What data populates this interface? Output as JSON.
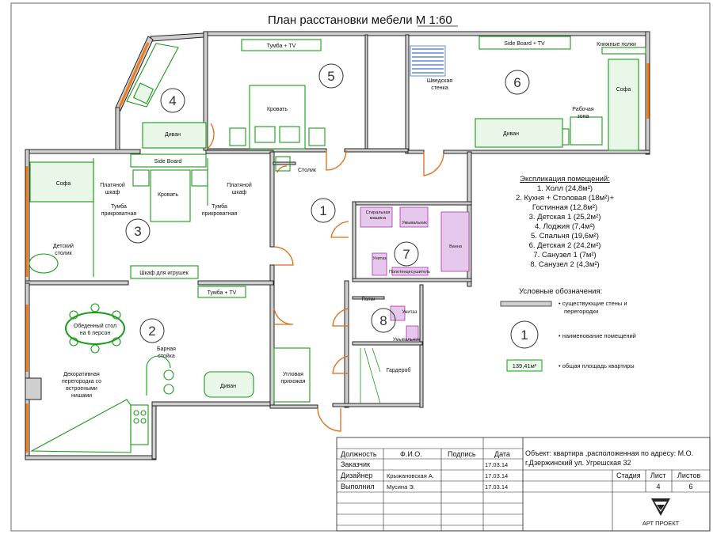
{
  "title": "План расстановки мебели М 1:60",
  "room_numbers": [
    "1",
    "2",
    "3",
    "4",
    "5",
    "6",
    "7",
    "8"
  ],
  "labels": {
    "tv5": "Тумба + TV",
    "bed5": "Кровать",
    "sideboard6": "Side Board + TV",
    "bookshelves": "Книжные полки",
    "swedish1": "Шведская",
    "swedish2": "стенка",
    "sofa6": "Софа",
    "work1": "Рабочая",
    "work2": "зона",
    "divan6": "Диван",
    "divan4": "Диван",
    "sideboard3": "Side Board",
    "stool": "Столик",
    "sofa3": "Софа",
    "wardrobe_l1": "Платяной",
    "wardrobe_l2": "шкаф",
    "wardrobe_r1": "Платяной",
    "wardrobe_r2": "шкаф",
    "bed3": "Кровать",
    "nightstand_l1": "Тумба",
    "nightstand_l2": "прикроватная",
    "nightstand_r1": "Тумба",
    "nightstand_r2": "прикроватная",
    "kids_table1": "Детский",
    "kids_table2": "столик",
    "toys": "Шкаф для игрушек",
    "tv2": "Тумба + TV",
    "dining1": "Обеденный стол",
    "dining2": "на 6 персон",
    "bar1": "Барная",
    "bar2": "стойка",
    "partition1": "Декоративная",
    "partition2": "перегородка со",
    "partition3": "встроеными",
    "partition4": "нишами",
    "divan2": "Диван",
    "hallway1": "Угловая",
    "hallway2": "прихожая",
    "washer1": "Стиральная",
    "washer2": "машина",
    "sink7": "Умывальник",
    "bath": "Ванна",
    "wc7": "Унитаз",
    "towel": "Полотенцесушитель",
    "shelf8": "Полки",
    "wc8": "Унитаз",
    "sink8": "Умывальник",
    "dressing": "Гардероб"
  },
  "explication": {
    "header": "Экспликация помещений:",
    "items": [
      "1. Холл (24,8м²)",
      "2. Кухня + Столовая (18м²)+",
      "Гостинная (12,8м²)",
      "3. Детская 1 (25,2м²)",
      "4. Лоджия (7,4м²)",
      "5. Спальня (19,6м²)",
      "6. Детская 2 (24,2м²)",
      "7. Санузел 1 (7м²)",
      "8. Санузел 2 (4,3м²)"
    ]
  },
  "legend": {
    "header": "Условные обозначения:",
    "walls1": "• существующие стены и",
    "walls2": "перегородки",
    "room_symbol": "1",
    "room_text": "• наименование помещений",
    "area_value": "139,41м²",
    "area_text": "• общая площадь квартиры"
  },
  "title_block": {
    "headers": [
      "Должность",
      "Ф.И.О.",
      "Подпись",
      "Дата"
    ],
    "rows": [
      [
        "Заказчик",
        "",
        "",
        "17.03.14"
      ],
      [
        "Дизайнер",
        "Крыжановская А.",
        "",
        "17.03.14"
      ],
      [
        "Выполнил",
        "Мусина Э.",
        "",
        "17.03.14"
      ]
    ],
    "object1": "Объект: квартира ,расположенная по адресу: М.О.",
    "object2": "г.Дзержинский ул. Угрешская 32",
    "stage_headers": [
      "Стадия",
      "Лист",
      "Листов"
    ],
    "stage_values": [
      "",
      "4",
      "6"
    ],
    "company": "АРТ ПРОЕКТ"
  },
  "colors": {
    "furniture": "#1a9a1a",
    "door": "#e26a10",
    "plumbing": "#b030b0",
    "wall": "#cfcfcf"
  }
}
